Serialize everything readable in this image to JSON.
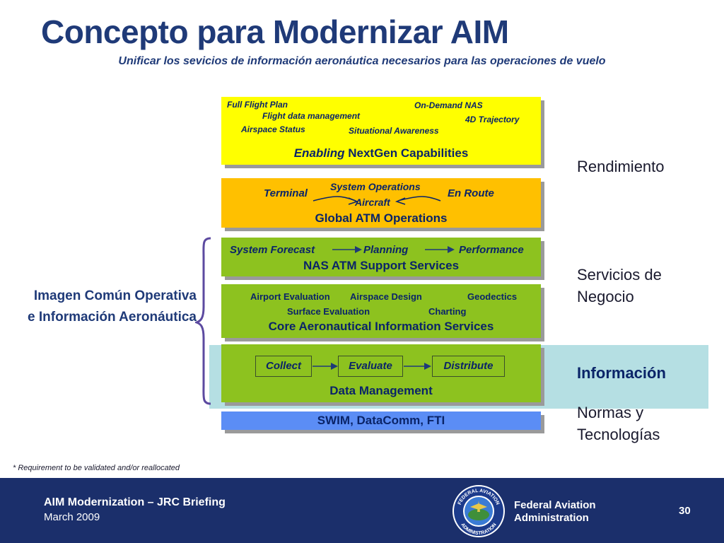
{
  "title": "Concepto para Modernizar AIM",
  "subtitle": "Unificar los sevicios de información aeronáutica necesarios para las operaciones de vuelo",
  "capabilities": {
    "items": [
      "Full Flight Plan",
      "Flight data management",
      "Airspace Status",
      "Situational Awareness",
      "On-Demand NAS",
      "4D Trajectory"
    ],
    "title_em": "Enabling",
    "title_rest": " NextGen Capabilities"
  },
  "global_atm": {
    "terminal": "Terminal",
    "system_ops": "System Operations",
    "aircraft": "Aircraft",
    "en_route": "En Route",
    "title": "Global ATM Operations"
  },
  "nas_support": {
    "flow": [
      "System Forecast",
      "Planning",
      "Performance"
    ],
    "title": "NAS ATM Support Services"
  },
  "core_aero": {
    "items": [
      "Airport Evaluation",
      "Airspace Design",
      "Geodectics",
      "Surface Evaluation",
      "Charting"
    ],
    "title": "Core Aeronautical Information Services"
  },
  "data_mgmt": {
    "flow": [
      "Collect",
      "Evaluate",
      "Distribute"
    ],
    "title": "Data Management"
  },
  "swim": "SWIM, DataComm, FTI",
  "right_labels": {
    "rendimiento": "Rendimiento",
    "servicios_1": "Servicios de",
    "servicios_2": "Negocio",
    "informacion": "Información",
    "normas_1": "Normas y",
    "normas_2": "Tecnologías"
  },
  "left_label": {
    "line1": "Imagen Común Operativa",
    "line2": "e Información Aeronáutica"
  },
  "footnote": "* Requirement to be validated and/or reallocated",
  "footer": {
    "briefing": "AIM Modernization – JRC Briefing",
    "date": "March 2009",
    "seal_top": "FEDERAL AVIATION",
    "seal_bottom": "ADMINISTRATION",
    "agency_1": "Federal Aviation",
    "agency_2": "Administration",
    "page": "30"
  },
  "colors": {
    "title": "#1f3a78",
    "yellow": "#ffff00",
    "orange": "#ffc000",
    "green": "#8dc21f",
    "blue": "#5b8df5",
    "band": "#b5dfe3",
    "footer": "#1b2f6b"
  }
}
